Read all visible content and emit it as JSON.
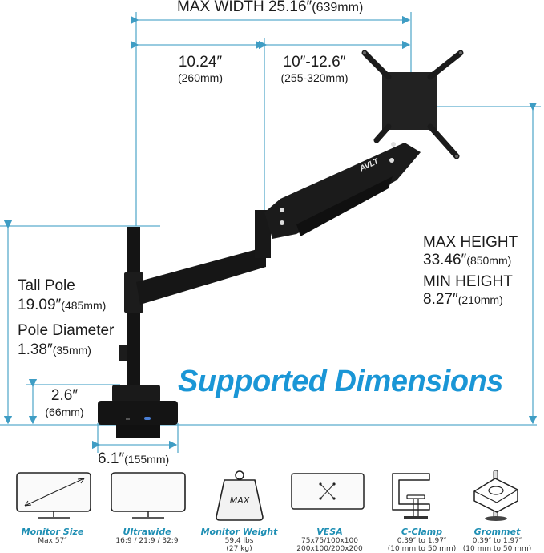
{
  "dimensions": {
    "max_width": {
      "label": "MAX WIDTH 25.16″",
      "metric": "(639mm)"
    },
    "first_arm": {
      "value": "10.24″",
      "metric": "(260mm)"
    },
    "second_arm": {
      "value": "10″-12.6″",
      "metric": "(255-320mm)"
    },
    "max_height": {
      "label": "MAX HEIGHT",
      "value": "33.46″",
      "metric": "(850mm)"
    },
    "min_height": {
      "label": "MIN HEIGHT",
      "value": "8.27″",
      "metric": "(210mm)"
    },
    "tall_pole": {
      "label": "Tall Pole",
      "value": "19.09″",
      "metric": "(485mm)"
    },
    "pole_diameter": {
      "label": "Pole Diameter",
      "value": "1.38″",
      "metric": "(35mm)"
    },
    "base_height": {
      "value": "2.6″",
      "metric": "(66mm)"
    },
    "base_width": {
      "value": "6.1″",
      "metric": "(155mm)"
    }
  },
  "brand_logo": "AVLT",
  "title": "Supported Dimensions",
  "features": [
    {
      "icon": "monitor-size-icon",
      "label": "Monitor Size",
      "lines": [
        "Max 57″"
      ]
    },
    {
      "icon": "ultrawide-icon",
      "label": "Ultrawide",
      "lines": [
        "16:9 / 21:9 / 32:9"
      ]
    },
    {
      "icon": "weight-icon",
      "icon_text": "MAX",
      "label": "Monitor Weight",
      "lines": [
        "59.4 lbs",
        "(27 kg)"
      ]
    },
    {
      "icon": "vesa-icon",
      "label": "VESA",
      "lines": [
        "75x75/100x100",
        "200x100/200x200"
      ]
    },
    {
      "icon": "c-clamp-icon",
      "label": "C-Clamp",
      "lines": [
        "0.39″ to 1.97″",
        "(10 mm to 50 mm)"
      ]
    },
    {
      "icon": "grommet-icon",
      "label": "Grommet",
      "lines": [
        "0.39″ to 1.97″",
        "(10 mm to 50 mm)"
      ]
    }
  ],
  "colors": {
    "accent": "#1a96d6",
    "dim_line": "#4aa3c7",
    "label_blue": "#1f8fb4",
    "product": "#141414"
  }
}
